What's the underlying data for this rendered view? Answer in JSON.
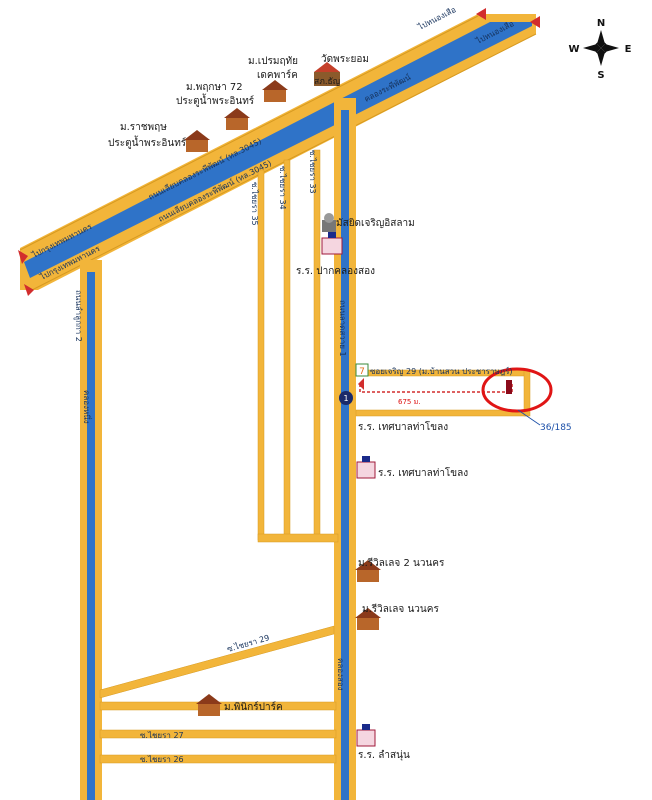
{
  "compass": {
    "north": "N",
    "south": "S",
    "east": "E",
    "west": "W"
  },
  "main_road": {
    "arrow_top_1": "ไปหนองเสือ",
    "arrow_top_2": "ไปหนองเสือ",
    "arrow_left_1": "ไปกรุงเทพมหานคร",
    "arrow_left_2": "ไปกรุงเทพมหานคร",
    "name_1": "ถนนเลียบคลองระพีพัฒน์ (ทล.3045)",
    "name_2": "ถนนเลียบคลองระพีพัฒน์ (ทล.3045)",
    "canal": "คลองระพีพัฒน์"
  },
  "roads": {
    "left_vertical": "ถนนลำลูกกา 2",
    "left_canal": "คลองหนึ่ง",
    "main_vertical": "ถนนลาดสวาย 1",
    "main_canal": "คลองสอง",
    "soi_33": "ซ.ไชยรา 33",
    "soi_34": "ซ.ไชยรา 34",
    "soi_35": "ซ.ไชยรา 35",
    "soi_29": "ซ.ไชยรา 29",
    "soi_27": "ซ.ไชยรา 27",
    "soi_26": "ซ.ไชยรา 26",
    "side_soi": "ซอยเจริญ 29 (ม.บ้านสวน ประชาราษฎร์)",
    "distance": "675 ม."
  },
  "landmarks": {
    "wat_name": "วัดพระยอม",
    "police": "สภ.ธัญ",
    "village_1_line1": "ม.เปรมฤทัย",
    "village_1_line2": "เดคพาร์ค",
    "village_2_line1": "ม.พฤกษา 72",
    "village_2_line2": "ประตูน้ำพระอินทร์",
    "village_3_line1": "ม.ราชพฤษ",
    "village_3_line2": "ประตูน้ำพระอินทร์",
    "mosque": "มัสยิดเจริญอิสลาม",
    "school_1": "ร.ร. ปากคลองสอง",
    "school_2": "ร.ร. เทศบาลท่าโขลง",
    "school_3": "ร.ร. เทศบาลท่าโขลง",
    "village_4": "ม.รีวิลเลจ 2 นวนคร",
    "village_5": "ม.รีวิลเลจ นวนคร",
    "village_6": "ม.พินิกร์ปาร์ค",
    "school_4": "ร.ร. ลำสนุ่น",
    "store_icon": "7",
    "marker": "1",
    "house_number": "36/185"
  },
  "colors": {
    "road_yellow": "#f2b53a",
    "canal_blue": "#2f73c8",
    "road_edge": "#d79a20",
    "arrow_red": "#d22d2d",
    "highlight_red": "#e01515"
  }
}
